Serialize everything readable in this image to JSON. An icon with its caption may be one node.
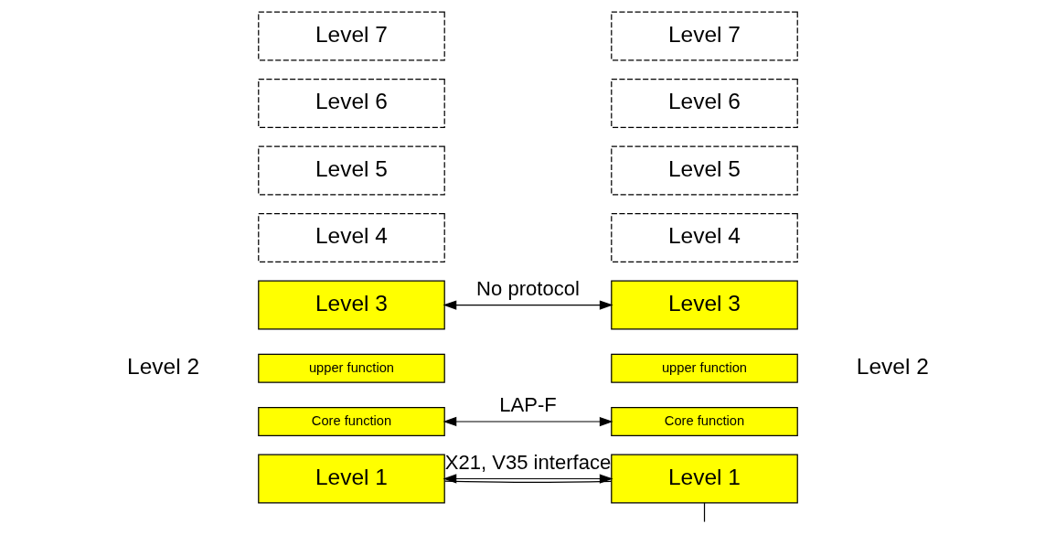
{
  "diagram": {
    "nodes": [
      {
        "text": [
          "Level 7"
        ]
      },
      {
        "text": [
          "Level 6"
        ]
      },
      {
        "text": [
          "Level 5"
        ]
      },
      {
        "text": [
          "Level 4"
        ]
      },
      {
        "text": [
          "Level 3"
        ]
      },
      {
        "text": [
          "upper function"
        ]
      },
      {
        "text": [
          "Core function"
        ]
      },
      {
        "text": [
          "Level 1"
        ]
      },
      {
        "text": [
          "Level 7"
        ]
      },
      {
        "text": [
          "Level 6"
        ]
      },
      {
        "text": [
          "Level 5"
        ]
      },
      {
        "text": [
          "Level 4"
        ]
      },
      {
        "text": [
          "Level 3"
        ]
      },
      {
        "text": [
          "upper function"
        ]
      },
      {
        "text": [
          "Core function"
        ]
      },
      {
        "text": [
          "Level 1"
        ]
      }
    ],
    "edges": [
      {
        "from": 4,
        "to": 12,
        "arrow": "both",
        "label": "No protocol"
      },
      {
        "from": 6,
        "to": 14,
        "arrow": "both",
        "label": "LAP-F"
      },
      {
        "from": 7,
        "to": 15,
        "arrow": "both",
        "label": "X21, V35 interface"
      },
      {
        "from": 7,
        "to": 15,
        "arrow": "none"
      },
      {
        "from": 15,
        "to": null,
        "arrow": "none"
      }
    ],
    "labels": [
      "Level 2",
      "Level 2"
    ]
  }
}
